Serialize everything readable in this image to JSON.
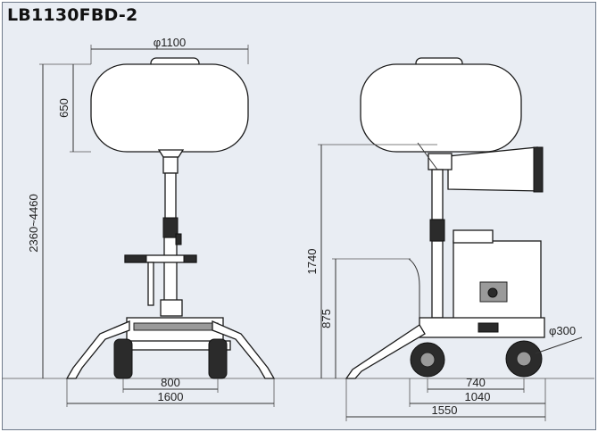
{
  "title": "LB1130FBD-2",
  "dimensions": {
    "balloon_diameter": "φ1100",
    "balloon_height": "650",
    "mast_height_range": "2360~4460",
    "track_width": "800",
    "outrigger_width": "1600",
    "height_1740": "1740",
    "height_875": "875",
    "wheel_diameter": "φ300",
    "length_740": "740",
    "length_1040": "1040",
    "length_1550": "1550"
  }
}
